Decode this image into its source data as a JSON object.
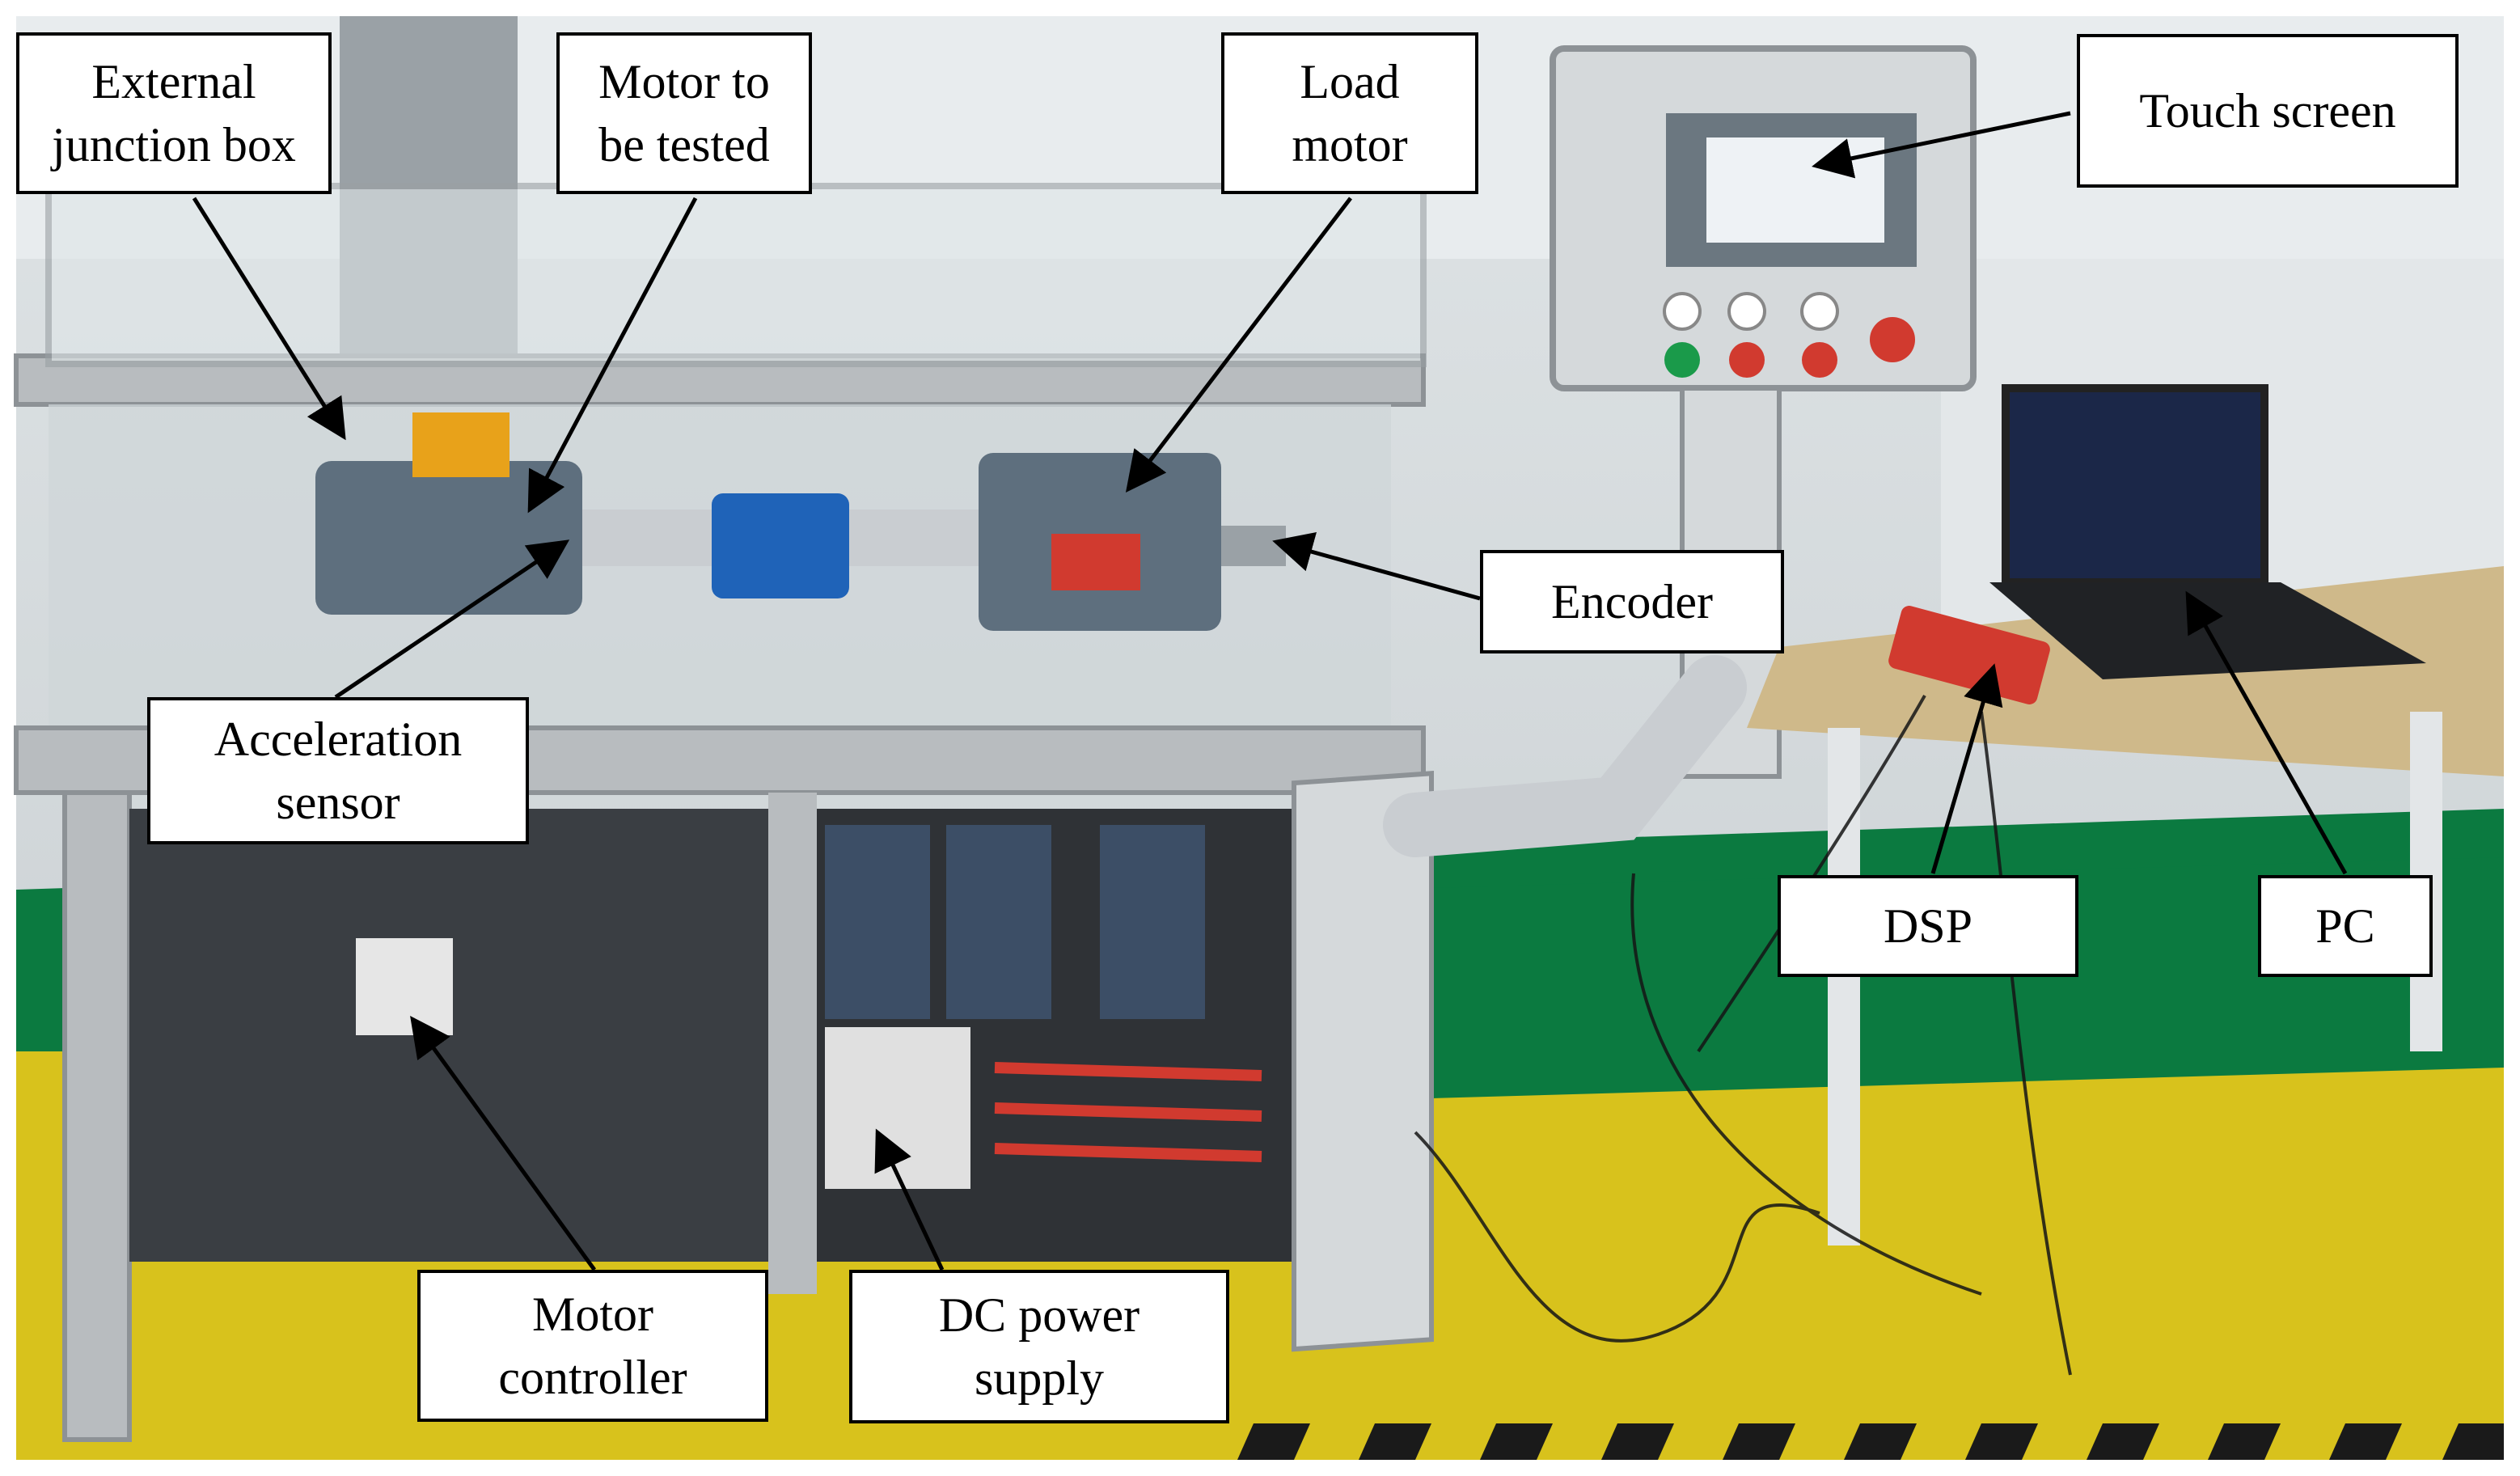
{
  "photo": {
    "description_icon": "photo-test-bench-icon",
    "colors": {
      "floor_green": "#0b7a40",
      "floor_yellow": "#d8c21c",
      "frame_gray": "#b8bcbf",
      "motor_gray": "#5e6f7e",
      "coupling_blue": "#1f63b8",
      "cabinet_dark": "#2f3236",
      "table_wood": "#cfb98a",
      "dsp_red": "#d13a2f",
      "accent_orange": "#e8a21a"
    }
  },
  "labels": {
    "junction_box": [
      "External",
      "junction box"
    ],
    "motor_tested": [
      "Motor to",
      "be tested"
    ],
    "load_motor": [
      "Load",
      "motor"
    ],
    "touch_screen": [
      "Touch screen"
    ],
    "encoder": [
      "Encoder"
    ],
    "acceleration_sensor": [
      "Acceleration",
      "sensor"
    ],
    "dsp": [
      "DSP"
    ],
    "pc": [
      "PC"
    ],
    "motor_controller": [
      "Motor",
      "controller"
    ],
    "dc_power_supply": [
      "DC power",
      "supply"
    ]
  }
}
